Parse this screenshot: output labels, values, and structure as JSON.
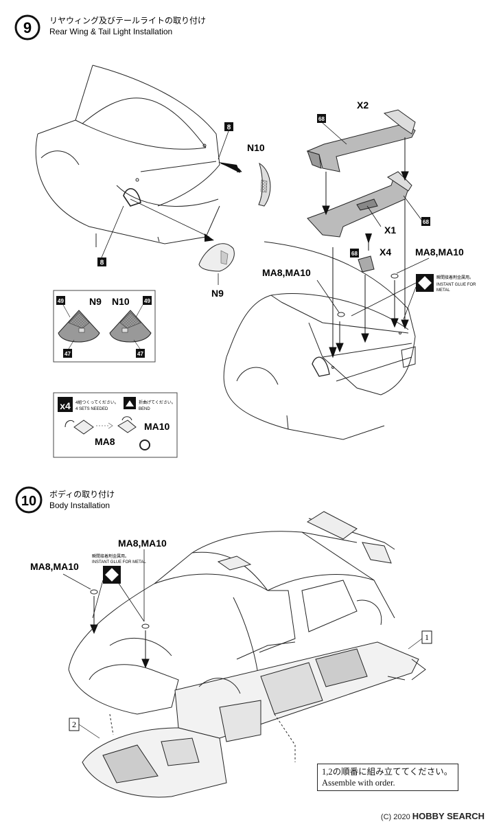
{
  "steps": [
    {
      "number": "9",
      "title_jp": "リヤウィング及びテールライトの取り付け",
      "title_en": "Rear Wing & Tail Light Installation"
    },
    {
      "number": "10",
      "title_jp": "ボディの取り付け",
      "title_en": "Body Installation"
    }
  ],
  "step9": {
    "labels": {
      "x2": "X2",
      "x1": "X1",
      "x4": "X4",
      "n10": "N10",
      "n9": "N9",
      "ma_top_right": "MA8,MA10",
      "ma_top_left": "MA8,MA10"
    },
    "color_codes": {
      "c68": "68",
      "c8": "8",
      "c49": "49",
      "c47": "47"
    },
    "glue_note": {
      "jp": "瞬間接着剤金属用。",
      "en": "INSTANT GLUE FOR METAL"
    },
    "inset": {
      "n9": "N9",
      "n10": "N10"
    },
    "sets_box": {
      "count": "x4",
      "sets_jp": "4組つくってください。",
      "sets_en": "4 SETS NEEDED",
      "bend_jp": "折曲げてください。",
      "bend_en": "BEND",
      "ma8": "MA8",
      "ma10": "MA10"
    }
  },
  "step10": {
    "labels": {
      "ma_center": "MA8,MA10",
      "ma_left": "MA8,MA10"
    },
    "glue_note": {
      "jp": "瞬間接着剤金属用。",
      "en": "INSTANT GLUE FOR METAL"
    },
    "parts": {
      "p1": "1",
      "p2": "2"
    },
    "order_note": {
      "jp": "1,2の順番に組み立ててください。",
      "en": "Assemble with order."
    }
  },
  "watermark": {
    "copyright": "(C) 2020",
    "brand": "HOBBY SEARCH"
  }
}
